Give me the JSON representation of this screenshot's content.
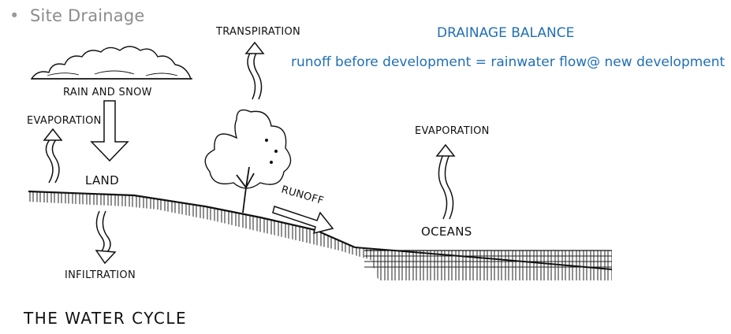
{
  "slide": {
    "bullet": "•",
    "title": "Site Drainage"
  },
  "balance": {
    "heading": "DRAINAGE BALANCE",
    "equation": "runoff before development = rainwater flow@ new development"
  },
  "diagram": {
    "title": "THE WATER CYCLE",
    "labels": {
      "rain_and_snow": "RAIN AND SNOW",
      "evaporation_left": "EVAPORATION",
      "land": "LAND",
      "infiltration": "INFILTRATION",
      "transpiration": "TRANSPIRATION",
      "runoff": "RUNOFF",
      "evaporation_right": "EVAPORATION",
      "oceans": "OCEANS"
    }
  }
}
